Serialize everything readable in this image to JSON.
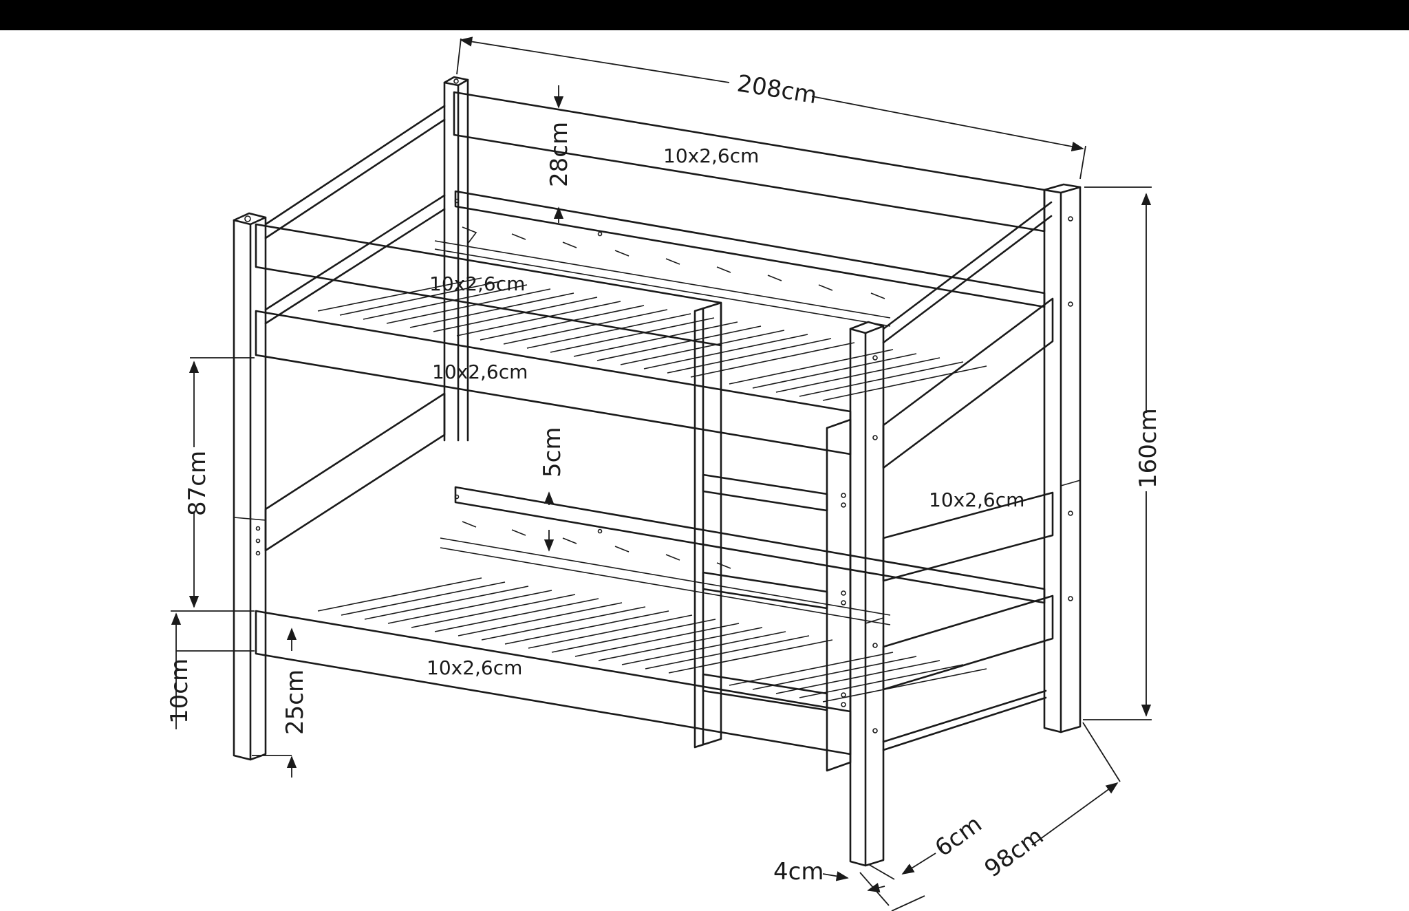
{
  "dimensions": {
    "length": "208cm",
    "height": "160cm",
    "width": "98cm",
    "post": "6cm",
    "ladder": "4cm",
    "guard_height": "28cm",
    "level_gap": "87cm",
    "lower_rail": "10cm",
    "floor_clear": "25cm",
    "slat_gap": "5cm"
  },
  "rails": {
    "top_back": "10x2,6cm",
    "top_front": "10x2,6cm",
    "mid_front": "10x2,6cm",
    "right_side": "10x2,6cm",
    "bottom_front": "10x2,6cm"
  }
}
